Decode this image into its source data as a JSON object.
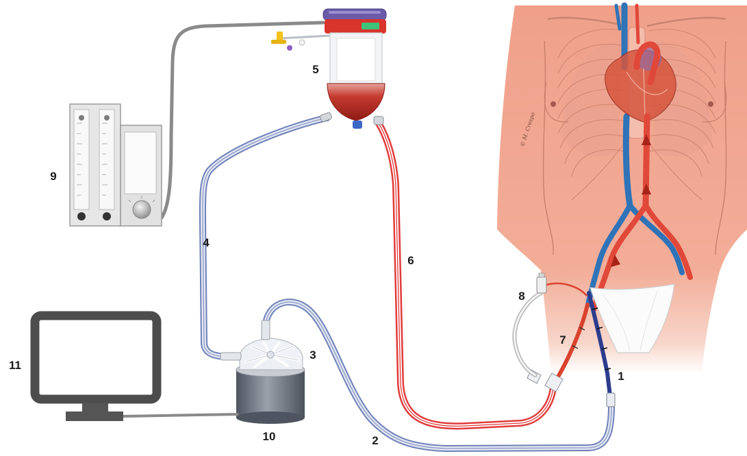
{
  "callouts": [
    "1",
    "2",
    "3",
    "4",
    "5",
    "6",
    "7",
    "8",
    "9",
    "10",
    "11"
  ],
  "signature": "© M. Crespo",
  "colors": {
    "drainage_tubing": "#6e80b8",
    "return_tubing": "#e23a3a",
    "gas_line": "#8a8a8a",
    "skin": "#f0a08a",
    "callout_text": "#1a1a1a"
  }
}
